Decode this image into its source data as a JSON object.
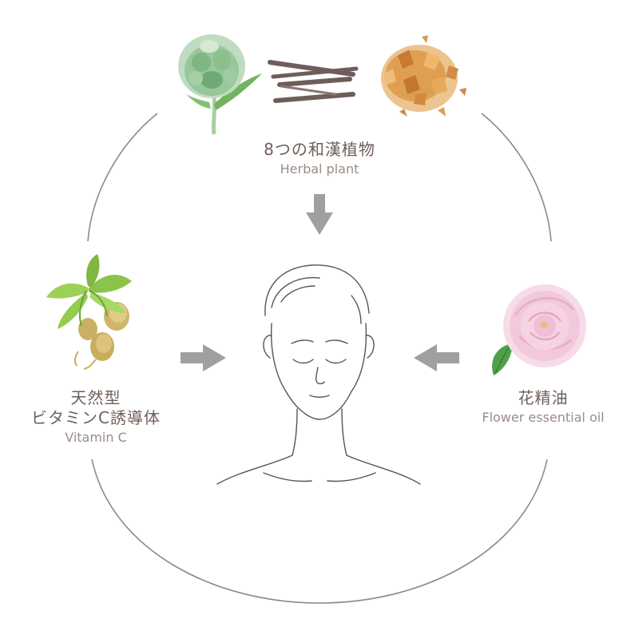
{
  "herbal": {
    "title": "8つの和漢植物",
    "subtitle": "Herbal plant"
  },
  "vitamin": {
    "title_line1": "天然型",
    "title_line2": "ビタミンC誘導体",
    "subtitle": "Vitamin C"
  },
  "flower": {
    "title": "花精油",
    "subtitle": "Flower essential oil"
  },
  "colors": {
    "circle_line": "#7f7f7f",
    "arrow": "#a0a0a0",
    "text_primary": "#6e5f58",
    "text_secondary": "#9a8c86",
    "artichoke": "#8fbf8a",
    "roots": "#6f5d5a",
    "dried_herbs": "#d9994a",
    "ginseng_leaves": "#8cc34a",
    "ginseng_root": "#c8ad5c",
    "rose": "#f2c9dc",
    "rose_leaf": "#4fa04a"
  }
}
